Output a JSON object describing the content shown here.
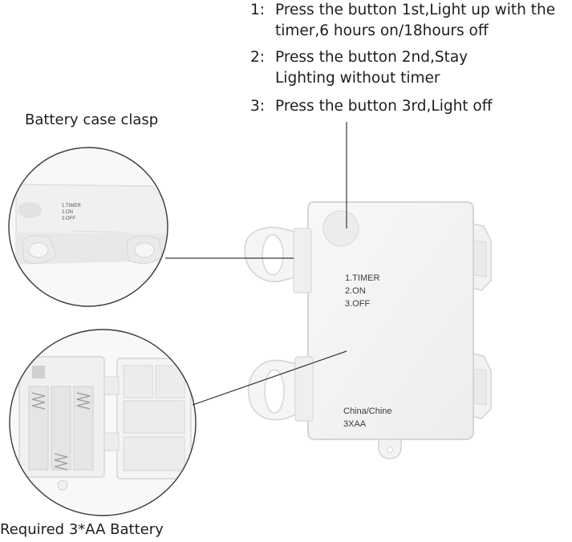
{
  "instructions": [
    {
      "num": "1:",
      "text": "Press the button 1st,Light up with the timer,6 hours on/18hours off"
    },
    {
      "num": "2:",
      "text": "Press the button 2nd,Stay Lighting without timer"
    },
    {
      "num": "3:",
      "text": "Press the button 3rd,Light off"
    }
  ],
  "labels": {
    "clasp": "Battery case clasp",
    "battery": "Required 3*AA Battery"
  },
  "case_print": {
    "modes": [
      "1.TIMER",
      "2.ON",
      "3.OFF"
    ],
    "origin": "China/Chine",
    "battery_spec": "3XAA"
  },
  "colors": {
    "case_body": "#f3f4f3",
    "case_edge": "#d9dbd9",
    "leader_line": "#3a3a3a"
  }
}
